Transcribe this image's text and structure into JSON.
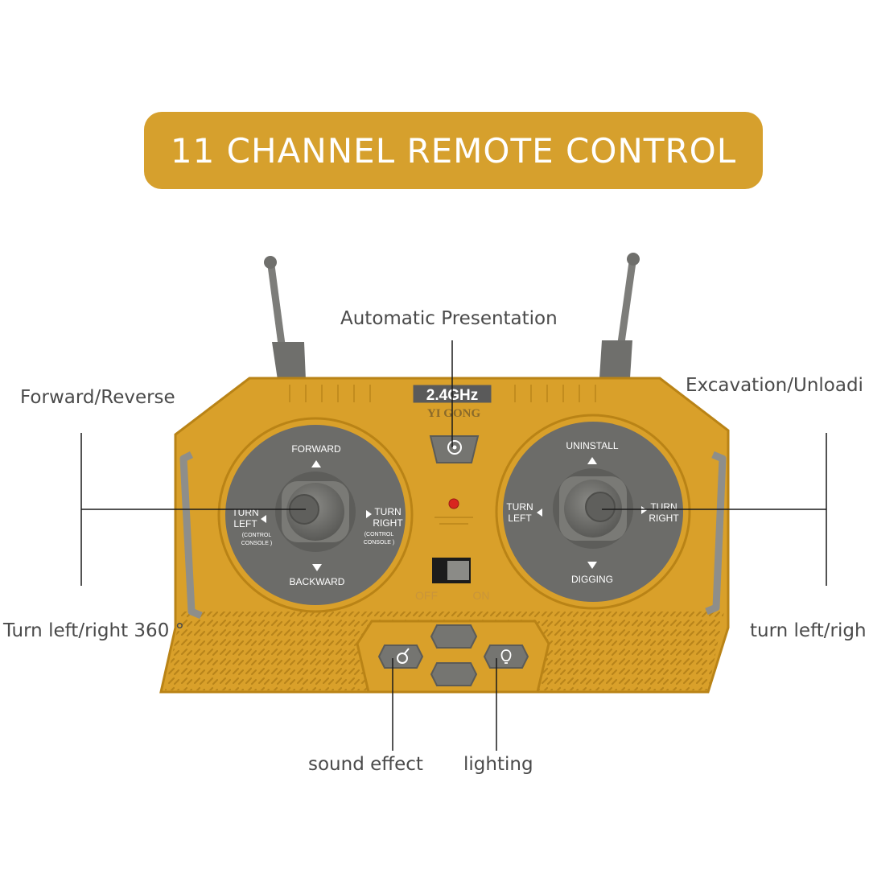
{
  "banner": {
    "title": "11 CHANNEL REMOTE CONTROL"
  },
  "callouts": {
    "automatic_presentation": "Automatic Presentation",
    "forward_reverse": "Forward/Reverse",
    "excavation_unloading": "Excavation/Unloadi",
    "turn_left_right_360": "Turn left/right 360 °",
    "turn_left_right_right": "turn left/righ",
    "sound_effect": "sound effect",
    "lighting": "lighting"
  },
  "device": {
    "badge": "2.4GHz",
    "brand": "YI GONG",
    "switch": {
      "off_label": "OFF",
      "on_label": "ON",
      "state": "off"
    },
    "left_stick": {
      "up": "FORWARD",
      "down": "BACKWARD",
      "left_1": "TURN",
      "left_2": "LEFT",
      "left_3": "(CONTROL",
      "left_4": "CONSOLE )",
      "right_1": "TURN",
      "right_2": "RIGHT",
      "right_3": "(CONTROL",
      "right_4": "CONSOLE )"
    },
    "right_stick": {
      "up": "UNINSTALL",
      "down": "DIGGING",
      "left_1": "TURN",
      "left_2": "LEFT",
      "right_1": "TURN",
      "right_2": "RIGHT"
    }
  },
  "colors": {
    "body": "#d9a02a",
    "body_dark": "#b98316",
    "panel": "#6c6c69",
    "button": "#757571",
    "banner": "#d6a02d",
    "led": "#d8261f"
  }
}
